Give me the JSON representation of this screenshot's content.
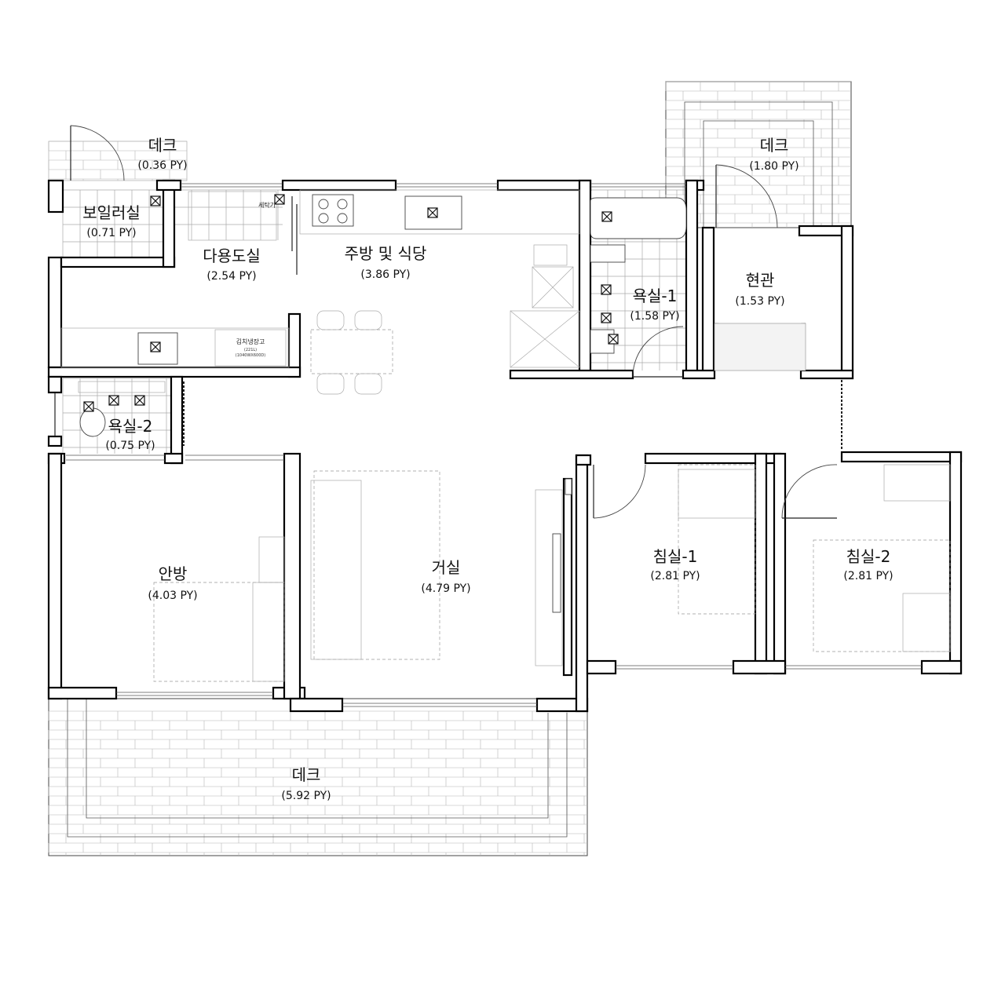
{
  "rooms": {
    "deck_small": {
      "name": "데크",
      "area": "(0.36 PY)"
    },
    "boiler": {
      "name": "보일러실",
      "area": "(0.71 PY)"
    },
    "utility": {
      "name": "다용도실",
      "area": "(2.54 PY)"
    },
    "kitchen": {
      "name": "주방 및 식당",
      "area": "(3.86 PY)"
    },
    "bath1": {
      "name": "욕실-1",
      "area": "(1.58 PY)"
    },
    "deck_entry": {
      "name": "데크",
      "area": "(1.80 PY)"
    },
    "entrance": {
      "name": "현관",
      "area": "(1.53 PY)"
    },
    "bath2": {
      "name": "욕실-2",
      "area": "(0.75 PY)"
    },
    "master": {
      "name": "안방",
      "area": "(4.03 PY)"
    },
    "living": {
      "name": "거실",
      "area": "(4.79 PY)"
    },
    "bed1": {
      "name": "침실-1",
      "area": "(2.81 PY)"
    },
    "bed2": {
      "name": "침실-2",
      "area": "(2.81 PY)"
    },
    "deck_large": {
      "name": "데크",
      "area": "(5.92 PY)"
    }
  },
  "annotations": {
    "washer": "세탁기",
    "kimchi_fridge": "김치냉장고",
    "kimchi_capacity": "(221L)",
    "kimchi_size": "(1040WX600D)"
  }
}
